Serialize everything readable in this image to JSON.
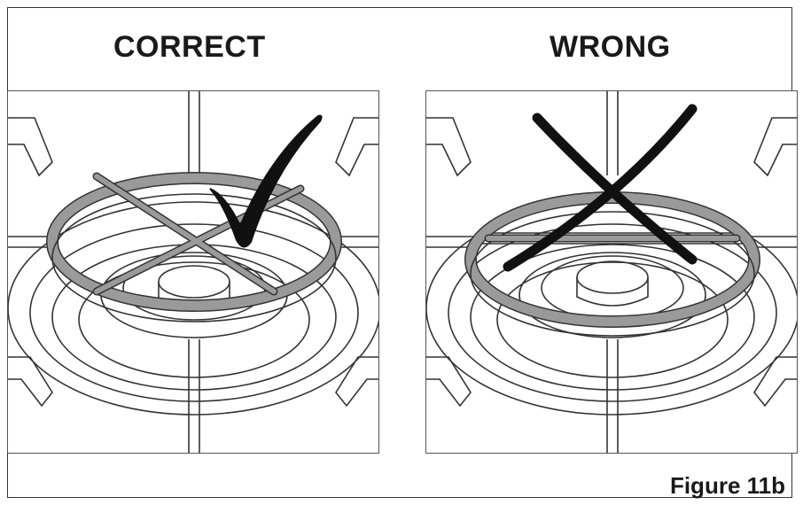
{
  "labels": {
    "correct": "CORRECT",
    "wrong": "WRONG"
  },
  "caption": "Figure 11b",
  "colors": {
    "line": "#333333",
    "ring_fill": "#9a9a9a",
    "mark": "#111111"
  },
  "icons": {
    "correct_mark": "checkmark-icon",
    "wrong_mark": "cross-icon"
  }
}
